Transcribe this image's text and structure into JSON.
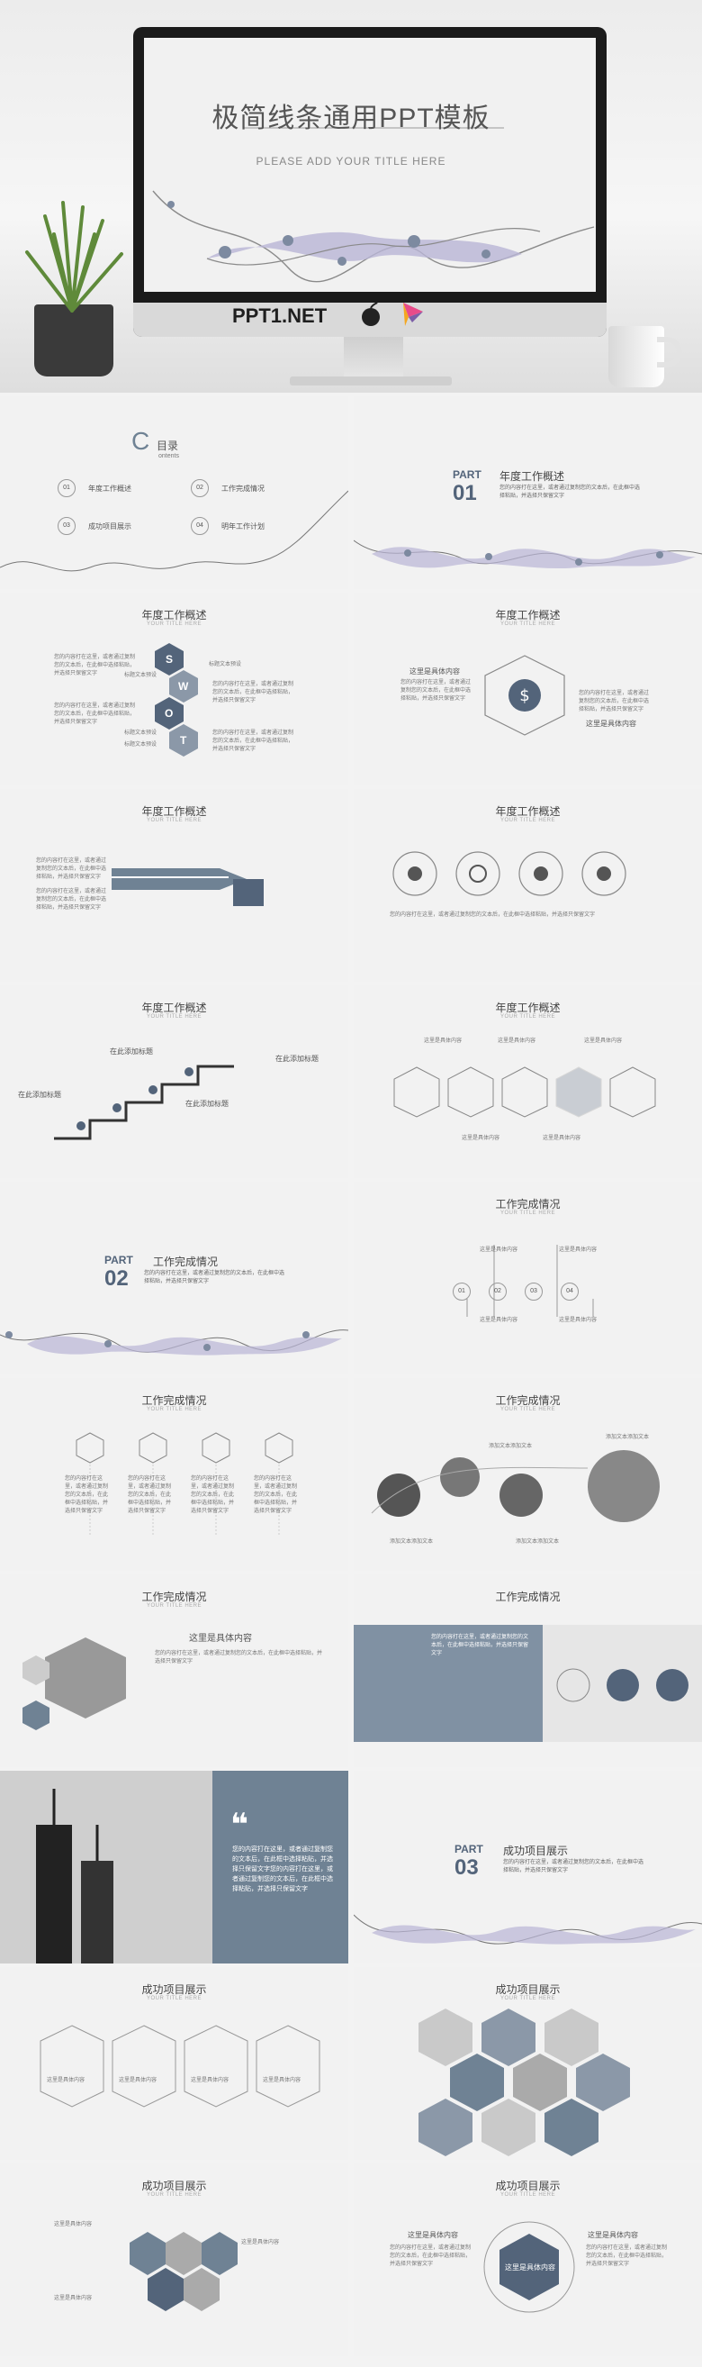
{
  "hero": {
    "title": "极简线条通用PPT模板",
    "subtitle": "PLEASE ADD YOUR TITLE HERE",
    "brand": "PPT1.NET"
  },
  "common": {
    "subtitle": "YOUR TITLE HERE",
    "lorem": "您的内容打在这里，或者通过复制您的文本后，在此框中选择粘贴，并选择只保留文字",
    "lorem_short": "这里是具体内容",
    "part": "PART"
  },
  "toc": {
    "heading": "目录",
    "heading_en": "ontents",
    "items": [
      {
        "num": "01",
        "label": "年度工作概述"
      },
      {
        "num": "02",
        "label": "工作完成情况"
      },
      {
        "num": "03",
        "label": "成功项目展示"
      },
      {
        "num": "04",
        "label": "明年工作计划"
      }
    ]
  },
  "part1": {
    "num": "01",
    "title": "年度工作概述"
  },
  "part2": {
    "num": "02",
    "title": "工作完成情况"
  },
  "part3": {
    "num": "03",
    "title": "成功项目展示"
  },
  "slides": {
    "s1": "年度工作概述",
    "s2": "工作完成情况",
    "s3": "成功项目展示"
  },
  "swot": {
    "letters": [
      "S",
      "W",
      "O",
      "T"
    ],
    "label": "标题文本预设"
  },
  "stair": {
    "label": "在此添加标题"
  },
  "textnodes": {
    "label": "添加文本添加文本"
  },
  "quote": {
    "mark": "❝",
    "text": "您的内容打在这里，或者通过复制您的文本后，在此框中选择粘贴，并选择只保留文字您的内容打在这里，或者通过复制您的文本后，在此框中选择粘贴，并选择只保留文字"
  },
  "colors": {
    "accent": "#53647a",
    "wave_fill": "#b9b5d6",
    "hex": "#6f8294"
  }
}
